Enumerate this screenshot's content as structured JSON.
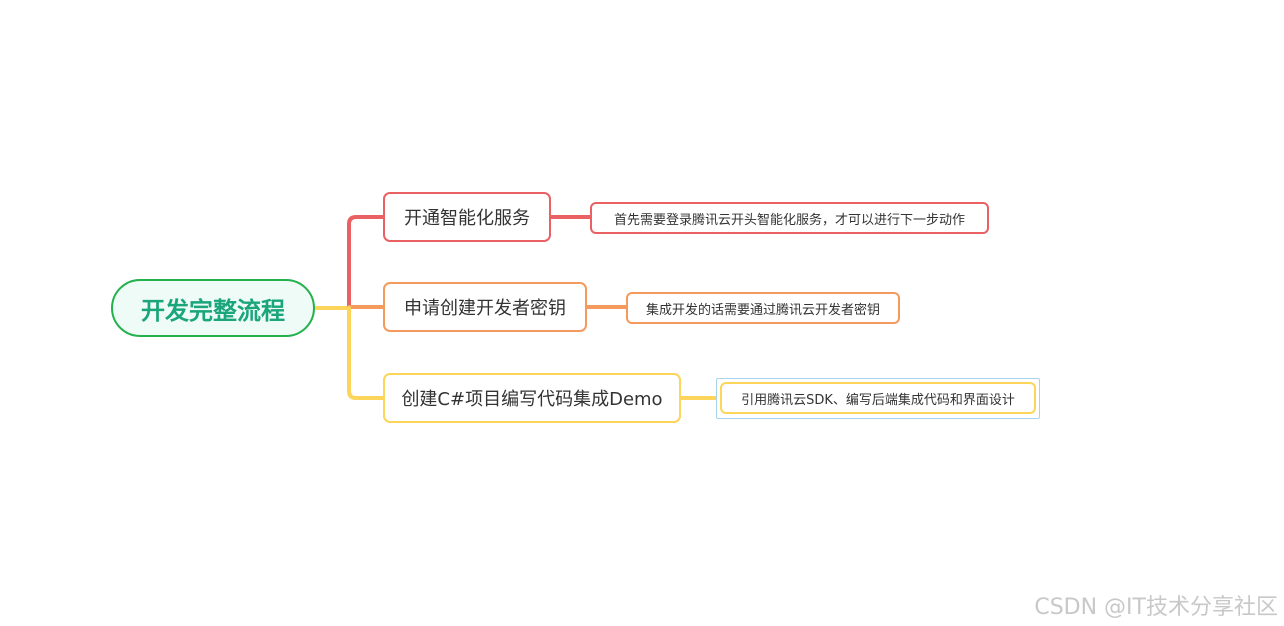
{
  "mindmap": {
    "root": {
      "label": "开发完整流程"
    },
    "branches": [
      {
        "label": "开通智能化服务",
        "detail": "首先需要登录腾讯云开头智能化服务，才可以进行下一步动作",
        "color": "#ea6163"
      },
      {
        "label": "申请创建开发者密钥",
        "detail": "集成开发的话需要通过腾讯云开发者密钥",
        "color": "#f59a5d"
      },
      {
        "label": "创建C#项目编写代码集成Demo",
        "detail": "引用腾讯云SDK、编写后端集成代码和界面设计",
        "color": "#fdd55a"
      }
    ],
    "root_border_color": "#22b14c",
    "root_text_color": "#1aa57a"
  },
  "watermark": {
    "text": "CSDN @IT技术分享社区"
  }
}
